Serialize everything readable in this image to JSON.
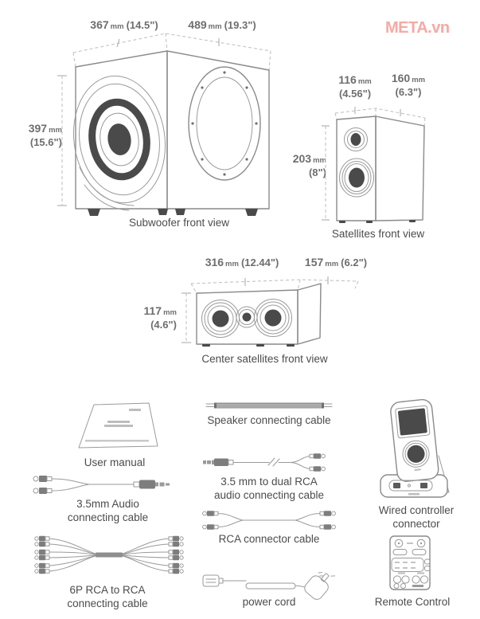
{
  "watermark": {
    "text": "META.vn"
  },
  "subwoofer": {
    "caption": "Subwoofer front view",
    "width": {
      "num": "367",
      "unit": "mm",
      "imp": "(14.5\")"
    },
    "depth": {
      "num": "489",
      "unit": "mm",
      "imp": "(19.3\")"
    },
    "height": {
      "num": "397",
      "unit": "mm",
      "imp": "(15.6\")"
    }
  },
  "satellites": {
    "caption": "Satellites front view",
    "width": {
      "num": "116",
      "unit": "mm",
      "imp": "(4.56\")"
    },
    "depth": {
      "num": "160",
      "unit": "mm",
      "imp": "(6.3\")"
    },
    "height": {
      "num": "203",
      "unit": "mm",
      "imp": "(8\")"
    }
  },
  "center": {
    "caption": "Center satellites front view",
    "width": {
      "num": "316",
      "unit": "mm",
      "imp": "(12.44\")"
    },
    "depth": {
      "num": "157",
      "unit": "mm",
      "imp": "(6.2\")"
    },
    "height": {
      "num": "117",
      "unit": "mm",
      "imp": "(4.6\")"
    }
  },
  "accessories": {
    "user_manual": {
      "label": "User manual"
    },
    "speaker_cable": {
      "label": "Speaker connecting cable"
    },
    "audio_cable": {
      "line1": "3.5mm Audio",
      "line2": "connecting cable"
    },
    "dual_rca_cable": {
      "line1": "3.5 mm to dual RCA",
      "line2": "audio connecting cable"
    },
    "rca6p_cable": {
      "line1": "6P RCA to RCA",
      "line2": "connecting cable"
    },
    "rca_cable": {
      "label": "RCA connector cable"
    },
    "power_cord": {
      "label": "power cord"
    },
    "wired_controller": {
      "line1": "Wired controller",
      "line2": "connector"
    },
    "remote": {
      "label": "Remote Control"
    }
  }
}
